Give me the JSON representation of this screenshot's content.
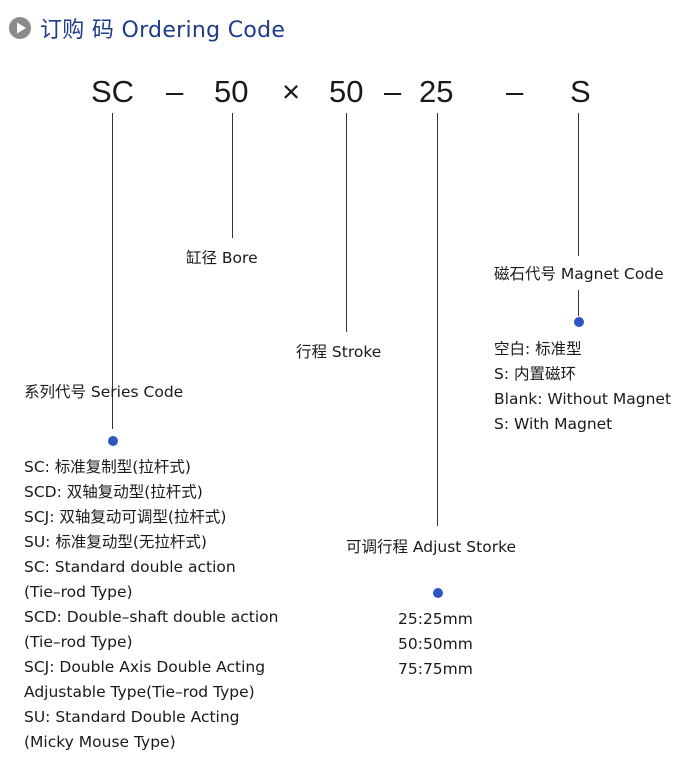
{
  "header": {
    "title": "订购 码 Ordering Code"
  },
  "code": {
    "series": "SC",
    "dash1": "–",
    "bore": "50",
    "times": "×",
    "stroke": "50",
    "dash2": "–",
    "adjust": "25",
    "dash3": "–",
    "magnet": "S"
  },
  "labels": {
    "bore": "缸径 Bore",
    "stroke": "行程 Stroke",
    "series": "系列代号 Series Code",
    "adjust": "可调行程 Adjust Storke",
    "magnet": "磁石代号 Magnet Code"
  },
  "series_options": [
    "SC: 标准复制型(拉杆式)",
    "SCD: 双轴复动型(拉杆式)",
    "SCJ: 双轴复动可调型(拉杆式)",
    "SU: 标准复动型(无拉杆式)",
    "SC: Standard double action",
    "(Tie–rod Type)",
    "SCD: Double–shaft double action",
    "(Tie–rod Type)",
    "SCJ: Double Axis Double Acting",
    "Adjustable Type(Tie–rod Type)",
    "SU: Standard Double Acting",
    "(Micky Mouse Type)"
  ],
  "adjust_options": [
    "25:25mm",
    "50:50mm",
    "75:75mm"
  ],
  "magnet_options": [
    "空白: 标准型",
    "S: 内置磁环",
    "Blank: Without Magnet",
    "S: With Magnet"
  ],
  "colors": {
    "title": "#1f3c88",
    "dot": "#2e55c4",
    "icon": "#8a8a8a"
  }
}
